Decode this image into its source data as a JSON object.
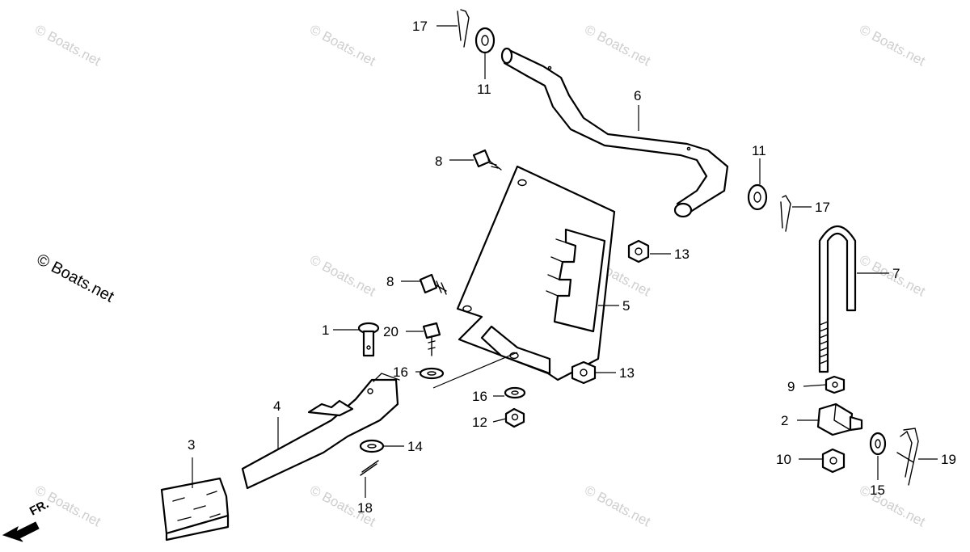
{
  "watermark": {
    "text": "© Boats.net",
    "color": "#cfcfcf"
  },
  "front_marker": {
    "label": "FR."
  },
  "callouts": {
    "c1": "1",
    "c2": "2",
    "c3": "3",
    "c4": "4",
    "c5": "5",
    "c6": "6",
    "c7": "7",
    "c8a": "8",
    "c8b": "8",
    "c9": "9",
    "c10": "10",
    "c11a": "11",
    "c11b": "11",
    "c12": "12",
    "c13a": "13",
    "c13b": "13",
    "c14": "14",
    "c15": "15",
    "c16a": "16",
    "c16b": "16",
    "c17a": "17",
    "c17b": "17",
    "c18": "18",
    "c19": "19",
    "c20": "20"
  },
  "colors": {
    "line": "#000000",
    "background": "#ffffff"
  }
}
